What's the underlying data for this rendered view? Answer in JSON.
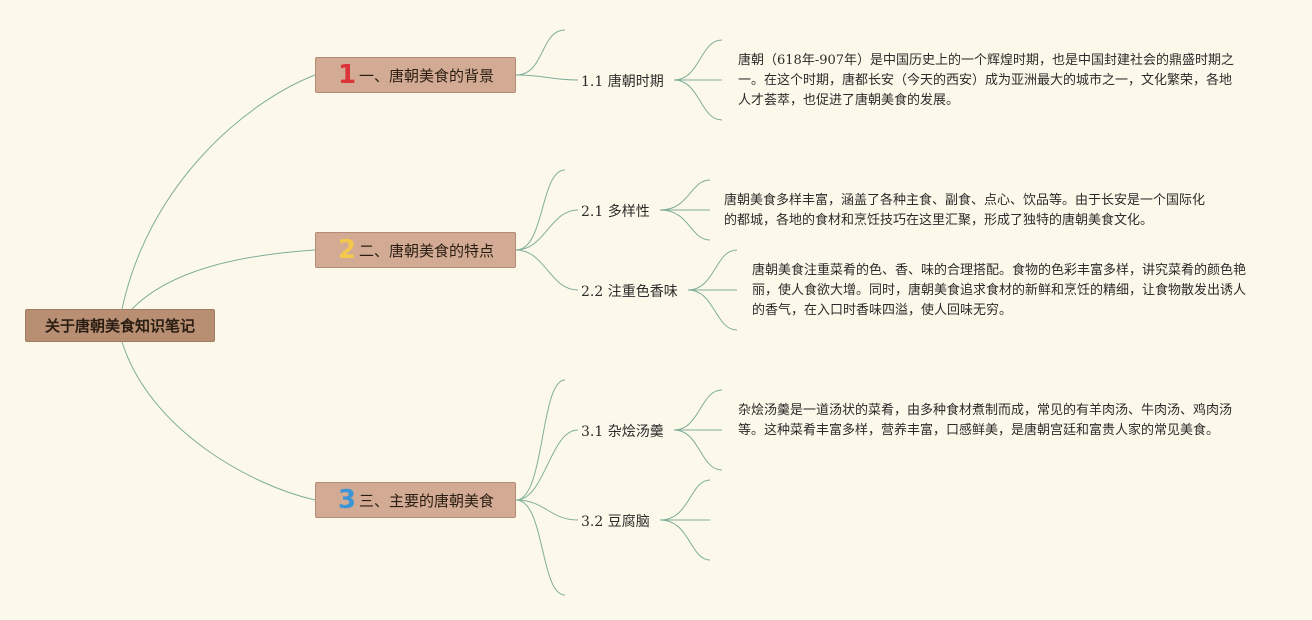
{
  "root": {
    "title": "关于唐朝美食知识笔记"
  },
  "sections": [
    {
      "num": "1",
      "num_color": "#d9353a",
      "title": "一、唐朝美食的背景",
      "subs": [
        {
          "label": "1.1 唐朝时期",
          "detail": "唐朝（618年-907年）是中国历史上的一个辉煌时期，也是中国封建社会的鼎盛时期之一。在这个时期，唐都长安（今天的西安）成为亚洲最大的城市之一，文化繁荣，各地人才荟萃，也促进了唐朝美食的发展。"
        }
      ]
    },
    {
      "num": "2",
      "num_color": "#f3c84b",
      "title": "二、唐朝美食的特点",
      "subs": [
        {
          "label": "2.1 多样性",
          "detail": "唐朝美食多样丰富，涵盖了各种主食、副食、点心、饮品等。由于长安是一个国际化的都城，各地的食材和烹饪技巧在这里汇聚，形成了独特的唐朝美食文化。"
        },
        {
          "label": "2.2 注重色香味",
          "detail": "唐朝美食注重菜肴的色、香、味的合理搭配。食物的色彩丰富多样，讲究菜肴的颜色艳丽，使人食欲大增。同时，唐朝美食追求食材的新鲜和烹饪的精细，让食物散发出诱人的香气，在入口时香味四溢，使人回味无穷。"
        }
      ]
    },
    {
      "num": "3",
      "num_color": "#3b95d6",
      "title": "三、主要的唐朝美食",
      "subs": [
        {
          "label": "3.1 杂烩汤羹",
          "detail": "杂烩汤羹是一道汤状的菜肴，由多种食材煮制而成，常见的有羊肉汤、牛肉汤、鸡肉汤等。这种菜肴丰富多样，营养丰富，口感鲜美，是唐朝宫廷和富贵人家的常见美食。"
        },
        {
          "label": "3.2 豆腐脑",
          "detail": ""
        }
      ]
    }
  ],
  "colors": {
    "background": "#fdf9ea",
    "root_fill": "#b98f74",
    "section_fill": "#d3ab94",
    "line": "#7fae9a"
  }
}
